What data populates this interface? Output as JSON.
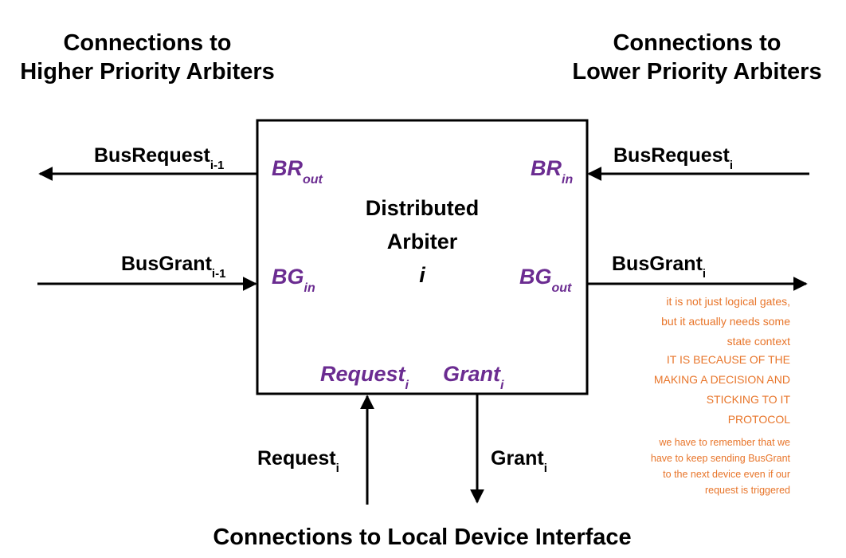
{
  "headings": {
    "higher": [
      "Connections to",
      "Higher Priority Arbiters"
    ],
    "lower": [
      "Connections to",
      "Lower Priority Arbiters"
    ],
    "local": "Connections to Local Device Interface"
  },
  "arbiter": {
    "title_line1": "Distributed",
    "title_line2": "Arbiter",
    "index": "i"
  },
  "ports": {
    "br_out": {
      "base": "BR",
      "sub": "out"
    },
    "br_in": {
      "base": "BR",
      "sub": "in"
    },
    "bg_in": {
      "base": "BG",
      "sub": "in"
    },
    "bg_out": {
      "base": "BG",
      "sub": "out"
    },
    "request": {
      "base": "Request",
      "sub": "i"
    },
    "grant": {
      "base": "Grant",
      "sub": "i"
    }
  },
  "signals": {
    "busrequest_prev": {
      "base": "BusRequest",
      "sub": "i-1"
    },
    "busgrant_prev": {
      "base": "BusGrant",
      "sub": "i-1"
    },
    "busrequest_cur": {
      "base": "BusRequest",
      "sub": "i"
    },
    "busgrant_cur": {
      "base": "BusGrant",
      "sub": "i"
    },
    "request_local": {
      "base": "Request",
      "sub": "i"
    },
    "grant_local": {
      "base": "Grant",
      "sub": "i"
    }
  },
  "notes": {
    "note1": [
      "it is not just logical gates,",
      "but it actually needs some",
      "state context"
    ],
    "note2": [
      "IT IS BECAUSE OF THE",
      "MAKING A DECISION AND",
      "STICKING TO IT",
      "PROTOCOL"
    ],
    "note3": [
      "we have to remember that we",
      "have to keep sending BusGrant",
      "to the next device even if our",
      "request is triggered"
    ]
  },
  "colors": {
    "port_label": "#6b2c91",
    "annotation": "#e8752a",
    "line": "#000000"
  }
}
